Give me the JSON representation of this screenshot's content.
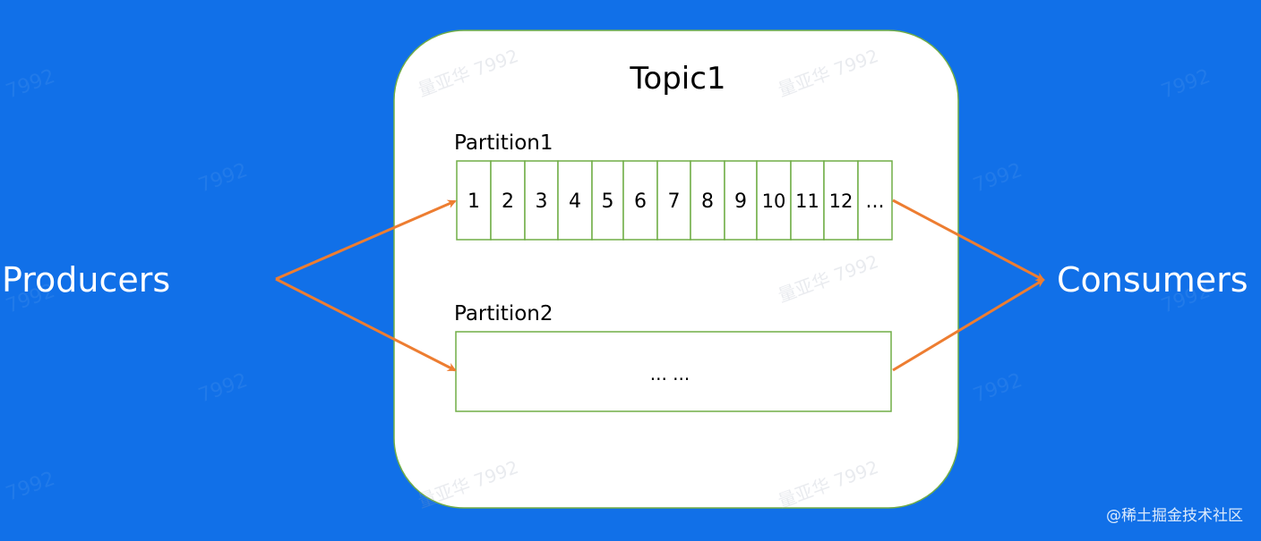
{
  "colors": {
    "background": "#1170e8",
    "topic_fill": "#ffffff",
    "box_stroke": "#70ad47",
    "arrow": "#ed7d31",
    "text_dark": "#000000",
    "text_light": "#ffffff"
  },
  "producers_label": "Producers",
  "consumers_label": "Consumers",
  "topic": {
    "title": "Topic1",
    "partitions": [
      {
        "label": "Partition1",
        "cells": [
          "1",
          "2",
          "3",
          "4",
          "5",
          "6",
          "7",
          "8",
          "9",
          "10",
          "11",
          "12",
          "..."
        ]
      },
      {
        "label": "Partition2",
        "content": "... ..."
      }
    ]
  },
  "watermarks": {
    "center": "量亚华 7992",
    "corner": "@稀土掘金技术社区"
  }
}
